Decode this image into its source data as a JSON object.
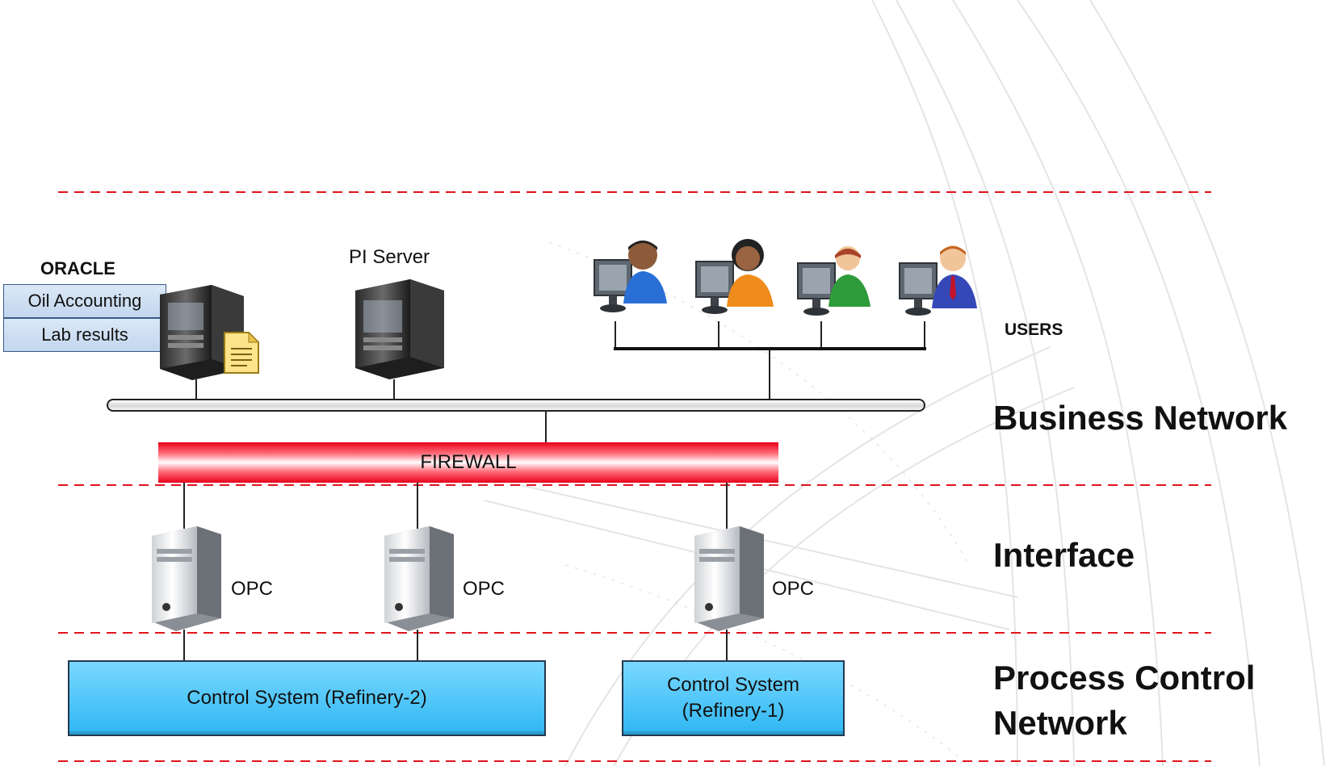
{
  "diagram": {
    "oracle": {
      "title": "ORACLE",
      "apps": [
        "Oil Accounting",
        "Lab results"
      ]
    },
    "pi_server": {
      "label": "PI Server"
    },
    "users": {
      "label": "USERS"
    },
    "firewall": {
      "label": "FIREWALL"
    },
    "opc_servers": [
      {
        "label": "OPC"
      },
      {
        "label": "OPC"
      },
      {
        "label": "OPC"
      }
    ],
    "control_systems": [
      {
        "label": "Control System (Refinery-2)"
      },
      {
        "label": "Control System\n(Refinery-1)"
      }
    ],
    "zones": {
      "business": "Business Network",
      "interface": "Interface",
      "process": "Process Control Network"
    },
    "colors": {
      "zone_separator": "#e0141e",
      "firewall": "#e8001a",
      "control_system": "#3ec1f7"
    },
    "icons": [
      "server-tower-icon",
      "document-icon",
      "user-workstation-icon",
      "opc-server-icon"
    ]
  }
}
